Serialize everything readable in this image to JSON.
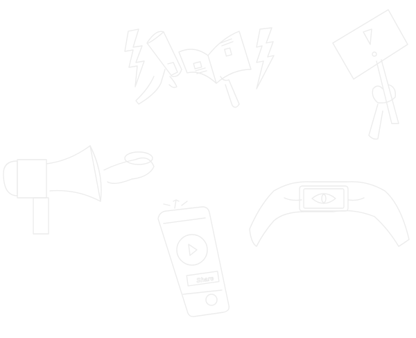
{
  "background": {
    "color": "#ffffff",
    "line_color": "#ececec",
    "illustrations": [
      {
        "name": "newspaper-and-scroll-with-lightning",
        "icon": "lightning-icon"
      },
      {
        "name": "protest-sign",
        "icon": "warning-sign-icon"
      },
      {
        "name": "megaphone",
        "icon": "megaphone-icon"
      },
      {
        "name": "phone-with-play-and-share",
        "icon": "smartphone-icon"
      },
      {
        "name": "hands-holding-phone-eye",
        "icon": "eye-icon"
      }
    ]
  },
  "phone": {
    "share_label": "Share"
  }
}
